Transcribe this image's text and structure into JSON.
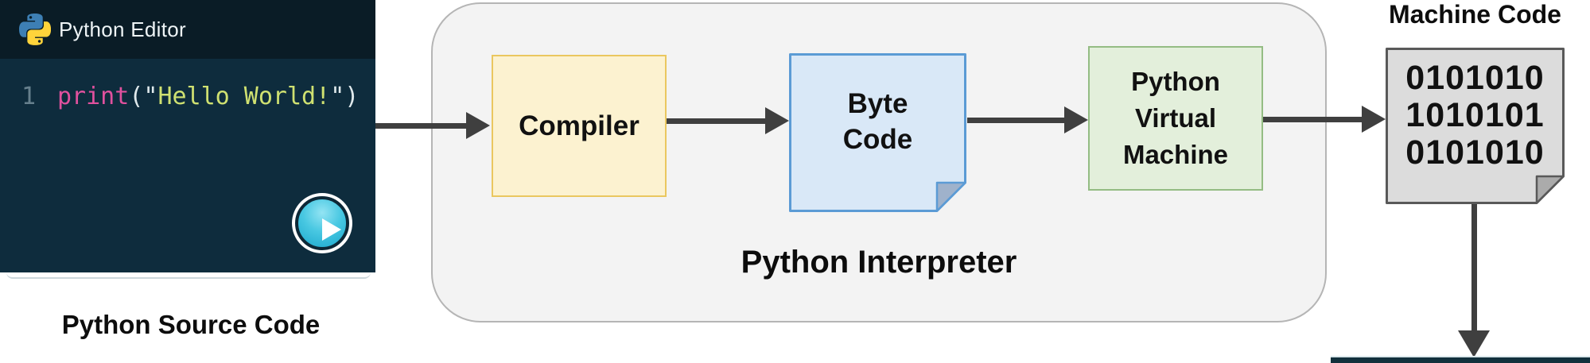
{
  "editor": {
    "title": "Python Editor",
    "line_number": "1",
    "code": {
      "tokens": [
        {
          "text": "print",
          "type": "function"
        },
        {
          "text": "(\"",
          "type": "punctuation"
        },
        {
          "text": "Hello World!",
          "type": "string"
        },
        {
          "text": "\")",
          "type": "punctuation"
        }
      ]
    }
  },
  "labels": {
    "source_code": "Python Source Code",
    "machine_code": "Machine Code"
  },
  "interpreter": {
    "label": "Python Interpreter",
    "boxes": {
      "compiler": {
        "label": "Compiler"
      },
      "bytecode": {
        "lines": [
          "Byte",
          "Code"
        ]
      },
      "pvm": {
        "lines": [
          "Python",
          "Virtual",
          "Machine"
        ]
      }
    }
  },
  "machine": {
    "lines": [
      "0101010",
      "1010101",
      "0101010"
    ]
  },
  "icons": {
    "python_logo": "python-snakes-logo",
    "run_button": "play-triangle-icon"
  },
  "colors": {
    "editor_header_bg": "#0a1c26",
    "editor_bg": "#0e2c3d",
    "code_keyword": "#e0519e",
    "code_string": "#cfe171",
    "code_punctuation": "#dfe9ec",
    "line_number": "#66808d",
    "play_button_cyan": "#2cb9da",
    "compiler_fill": "#fcf2d0",
    "compiler_border": "#eac75f",
    "bytecode_fill": "#d9e8f7",
    "bytecode_border": "#5b9bd5",
    "pvm_fill": "#e3efdb",
    "pvm_border": "#94bc83",
    "machine_fill": "#dcdcdc",
    "machine_border": "#595959",
    "container_fill": "#f3f3f3",
    "container_border": "#b5b5b5",
    "arrow": "#3f3f3f"
  }
}
